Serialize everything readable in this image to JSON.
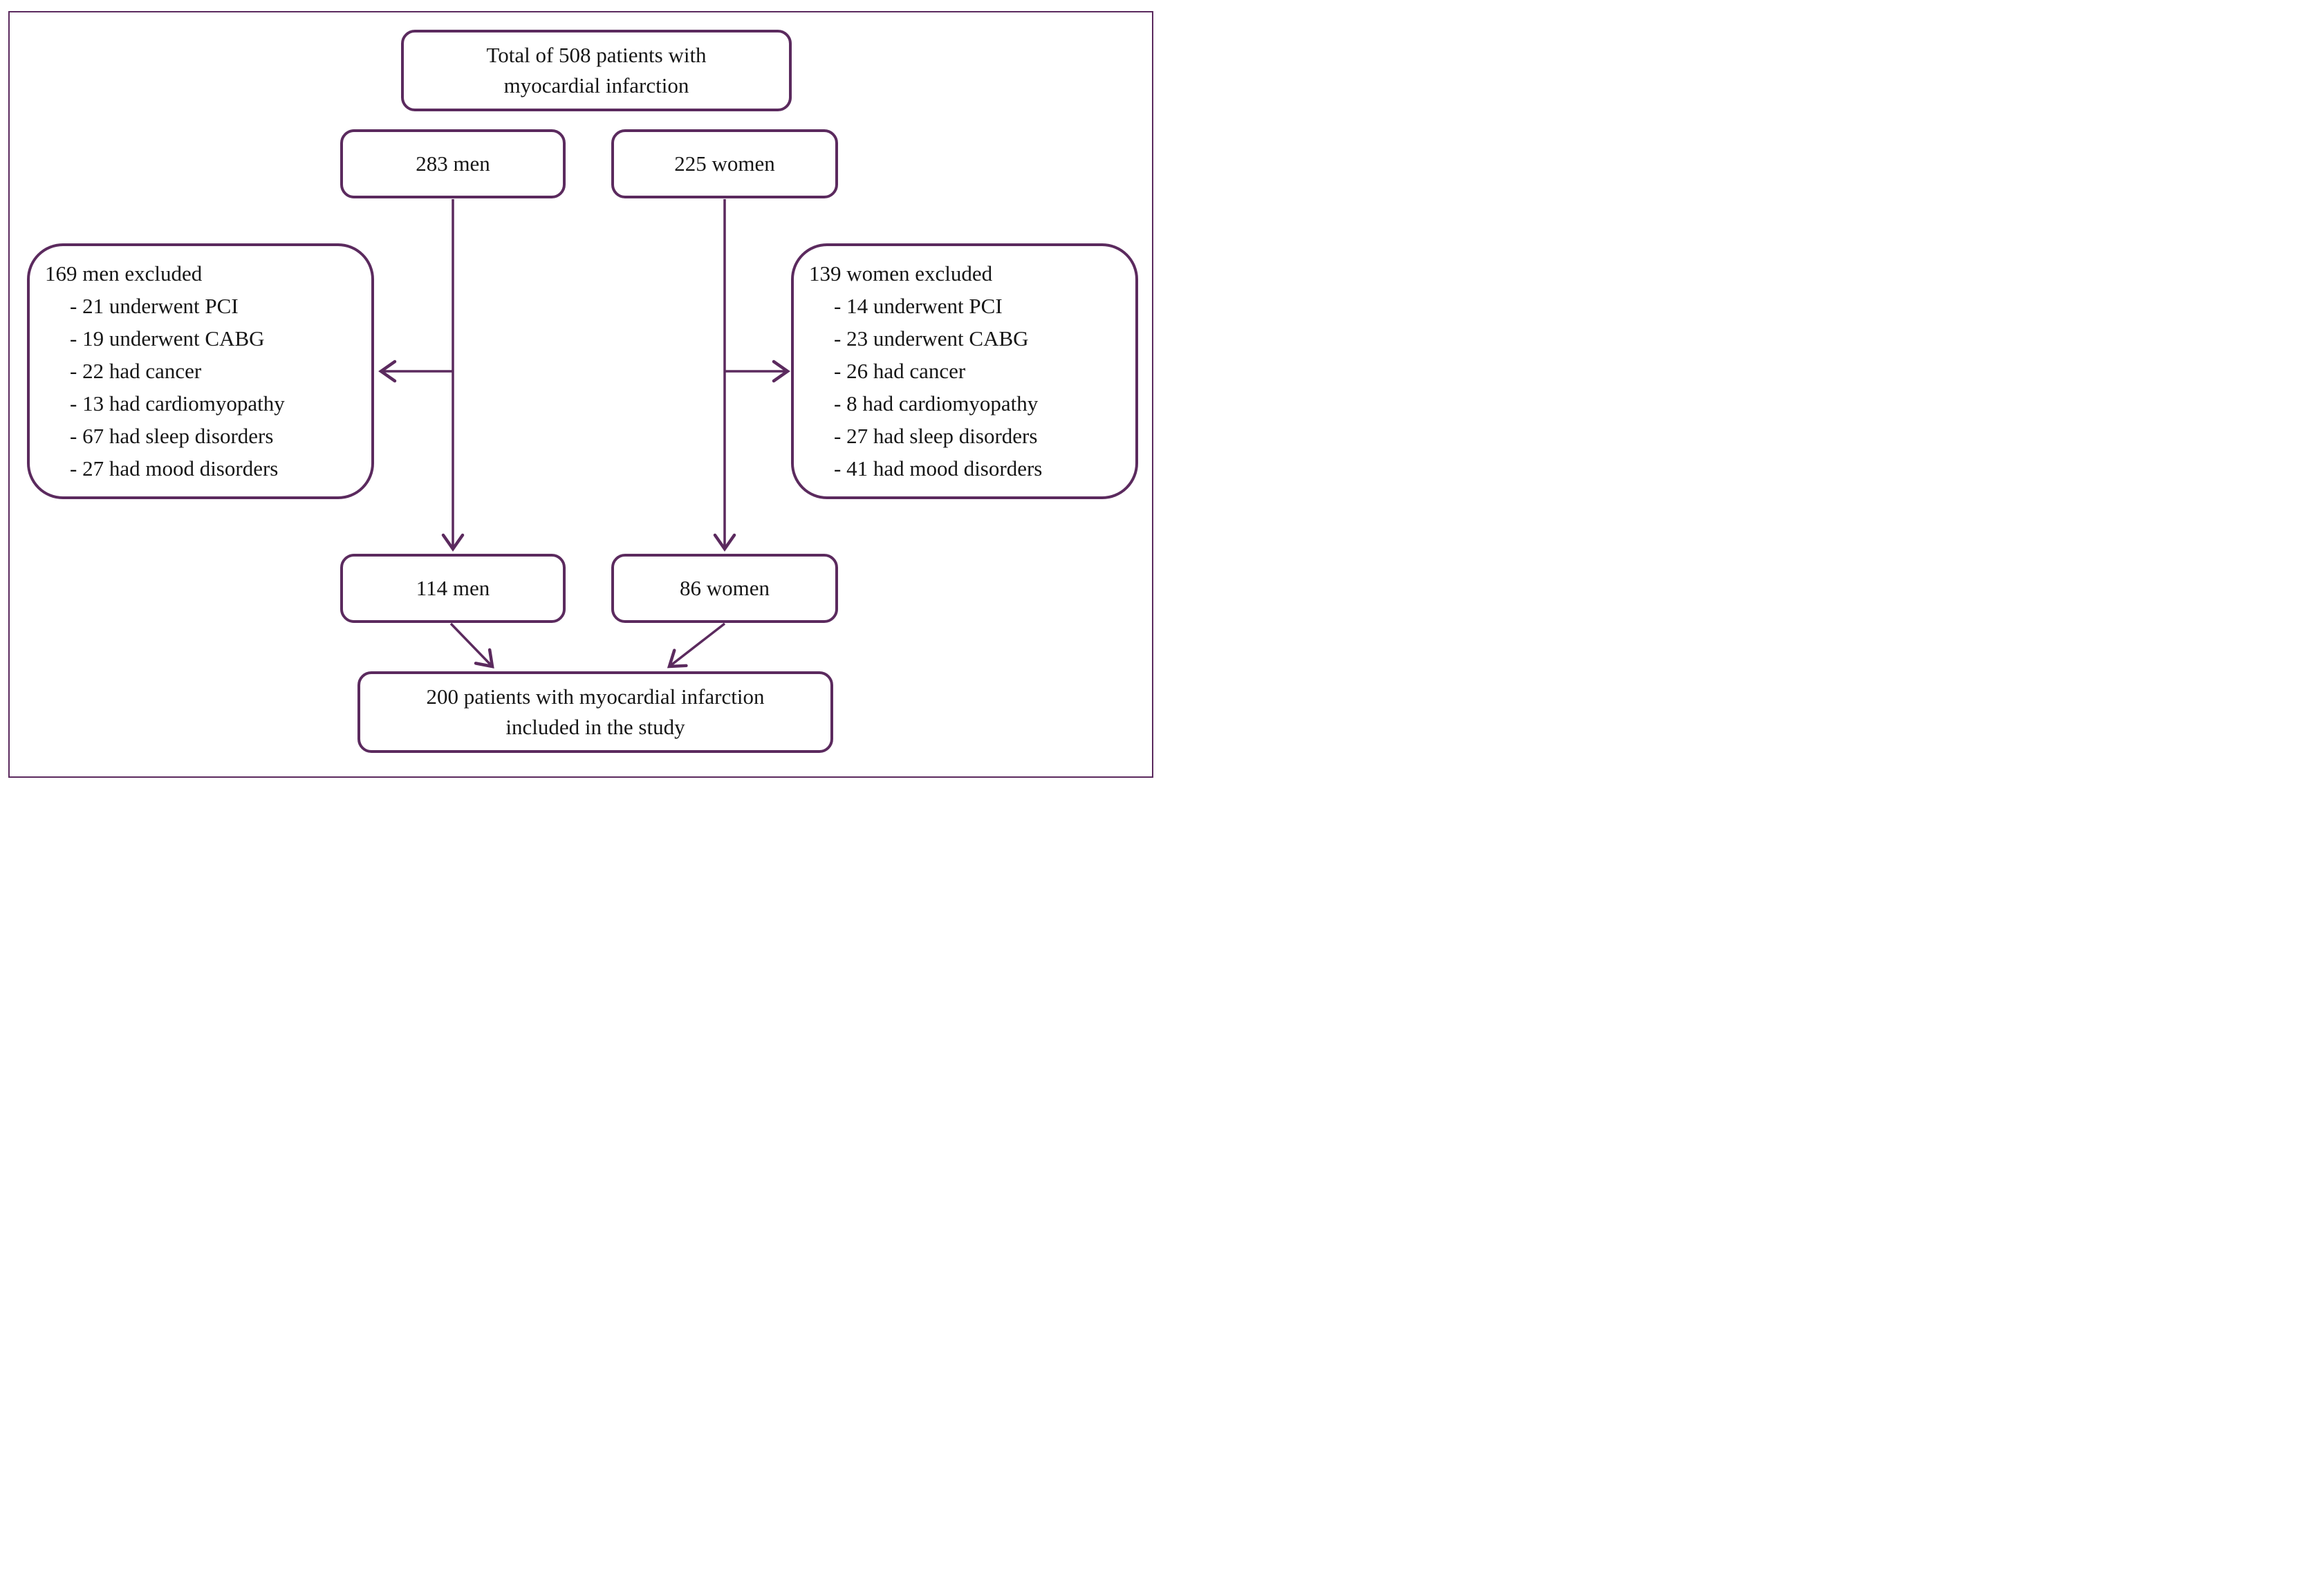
{
  "colors": {
    "accent": "#5B2A5E",
    "text": "#161616",
    "background": "#FFFFFF"
  },
  "flowchart": {
    "total_box": {
      "line1": "Total of 508 patients with",
      "line2": "myocardial infarction"
    },
    "men_box": {
      "label": "283 men"
    },
    "women_box": {
      "label": "225 women"
    },
    "men_excluded_box": {
      "heading": "169 men excluded",
      "items": [
        "- 21 underwent PCI",
        "- 19 underwent CABG",
        "- 22 had cancer",
        "- 13 had cardiomyopathy",
        "- 67 had sleep disorders",
        "- 27 had mood disorders"
      ]
    },
    "women_excluded_box": {
      "heading": "139 women excluded",
      "items": [
        "- 14 underwent PCI",
        "- 23 underwent CABG",
        "- 26 had cancer",
        "- 8 had cardiomyopathy",
        "- 27 had sleep disorders",
        "- 41 had mood disorders"
      ]
    },
    "men_included_box": {
      "label": "114 men"
    },
    "women_included_box": {
      "label": "86 women"
    },
    "final_box": {
      "line1": "200 patients with myocardial infarction",
      "line2": "included in the study"
    }
  }
}
